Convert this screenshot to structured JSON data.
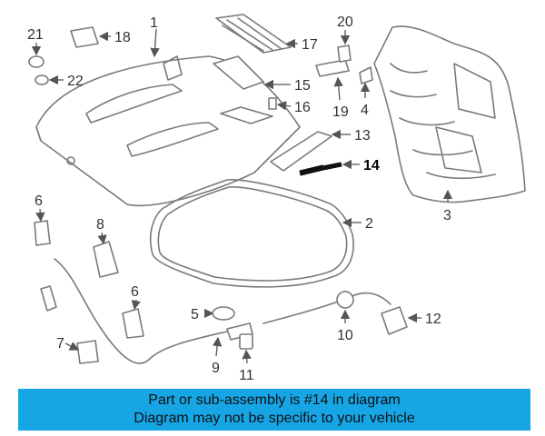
{
  "diagram": {
    "callouts": [
      "1",
      "2",
      "3",
      "4",
      "5",
      "6",
      "6",
      "7",
      "8",
      "9",
      "10",
      "11",
      "12",
      "13",
      "14",
      "15",
      "16",
      "17",
      "18",
      "19",
      "20",
      "21",
      "22"
    ]
  },
  "banner": {
    "line1": "Part or sub-assembly is #14 in diagram",
    "line2": "Diagram may not be specific to your vehicle"
  },
  "colors": {
    "banner_bg": "#16a6e6",
    "line_art": "#7a7a7a",
    "highlighted_part": "#111111"
  }
}
